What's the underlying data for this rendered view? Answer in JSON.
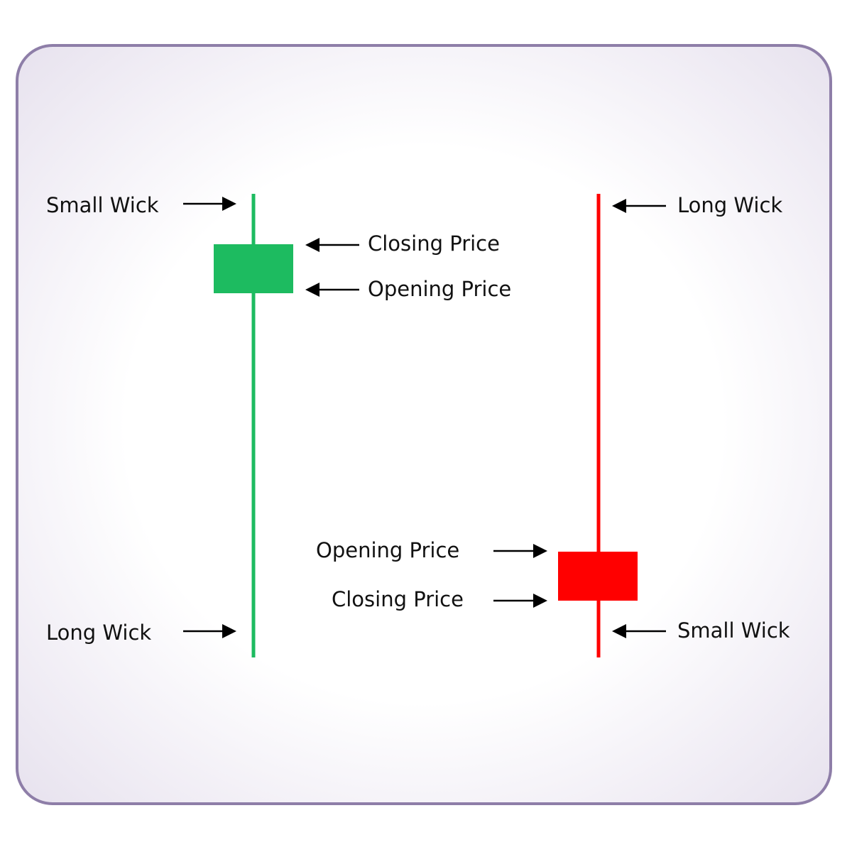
{
  "colors": {
    "bullish": "#1dbb60",
    "bearish": "#ff0000",
    "arrow": "#000000",
    "frame_border": "#8e7ea8"
  },
  "green_candle": {
    "small_wick_label": "Small Wick",
    "closing_price_label": "Closing Price",
    "opening_price_label": "Opening Price",
    "long_wick_label": "Long Wick"
  },
  "red_candle": {
    "long_wick_label": "Long Wick",
    "opening_price_label": "Opening Price",
    "closing_price_label": "Closing Price",
    "small_wick_label": "Small Wick"
  }
}
